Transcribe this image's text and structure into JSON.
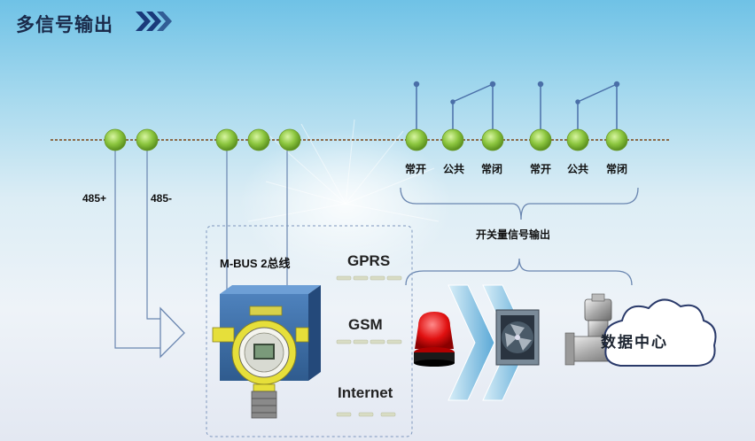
{
  "title": "多信号输出",
  "chevrons_icon": "double-chevron-right-icon",
  "rs485": {
    "plus": "485+",
    "minus": "485-"
  },
  "mbus_label": "M-BUS 2总线",
  "relay_groups": [
    {
      "no": "常开",
      "com": "公共",
      "nc": "常闭"
    },
    {
      "no": "常开",
      "com": "公共",
      "nc": "常闭"
    }
  ],
  "switch_output_label": "开关量信号输出",
  "wireless": {
    "gprs": "GPRS",
    "gsm": "GSM",
    "internet": "Internet"
  },
  "cloud_label": "数据中心",
  "colors": {
    "node": "#8cc63f",
    "bus": "#8b6a4a",
    "wire": "#6a86b0",
    "box": "#3d6ea6",
    "detector": "#e6df3a"
  }
}
